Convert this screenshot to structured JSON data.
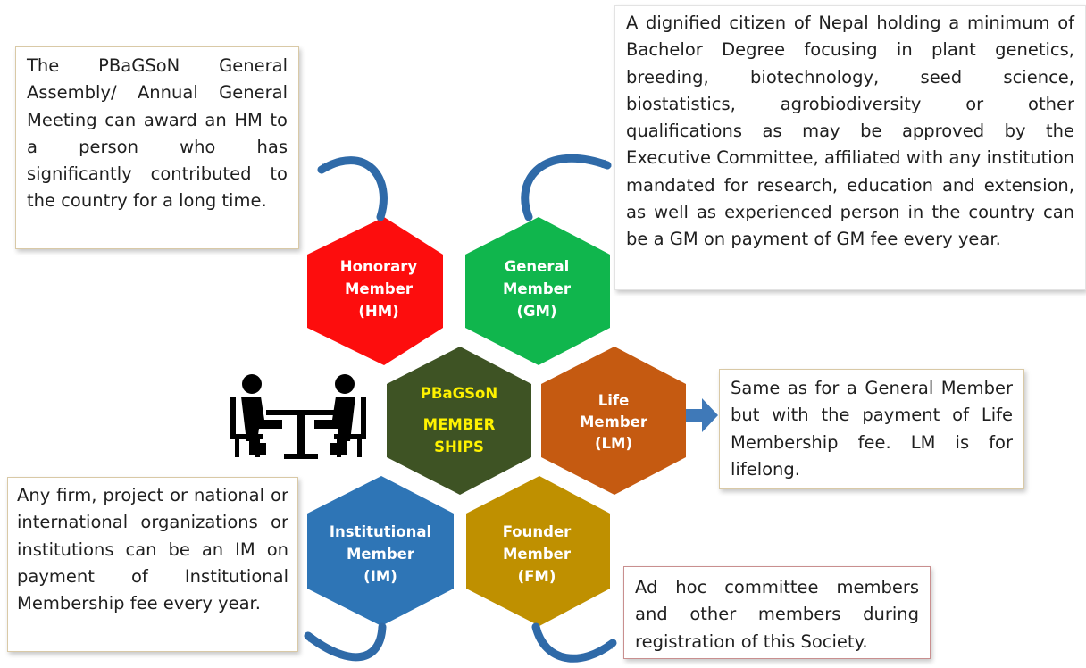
{
  "hexagons": {
    "hm": {
      "lines": [
        "Honorary",
        "Member",
        "(HM)"
      ],
      "color": "#fd0d0d"
    },
    "gm": {
      "lines": [
        "General",
        "Member",
        "(GM)"
      ],
      "color": "#10b64d"
    },
    "center": {
      "lines": [
        "PBaGSoN",
        "MEMBER",
        "SHIPS"
      ],
      "color": "#3e5324",
      "text_color": "#fff200"
    },
    "lm": {
      "lines": [
        "Life",
        "Member",
        "(LM)"
      ],
      "color": "#c55a11"
    },
    "im": {
      "lines": [
        "Institutional",
        "Member",
        "(IM)"
      ],
      "color": "#2e75b6"
    },
    "fm": {
      "lines": [
        "Founder",
        "Member",
        "(FM)"
      ],
      "color": "#bf9000"
    }
  },
  "descriptions": {
    "hm": "The PBaGSoN General Assembly/ Annual General Meeting can award an HM to a person who has significantly contributed to the country for a long time.",
    "gm": "A dignified citizen of Nepal holding a minimum of Bachelor Degree focusing in plant genetics, breeding, biotechnology, seed science, biostatistics, agrobiodiversity or other qualifications as may be approved by the Executive Committee, affiliated with any institution mandated for research, education and extension, as well as experienced person in the country can be a GM on payment of GM fee every year.",
    "lm": "Same as for a General Member but with the payment of Life Membership fee. LM is for lifelong.",
    "im": "Any firm, project or national or international organizations or institutions can be an IM on payment of Institutional Membership fee every year.",
    "fm": "Ad hoc committee members and other members during registration of this Society."
  },
  "colors": {
    "arrow": "#2f6aa8",
    "icon": "#000000"
  },
  "icons": [
    "meeting-icon",
    "curved-arrow-icon",
    "right-arrow-icon"
  ]
}
